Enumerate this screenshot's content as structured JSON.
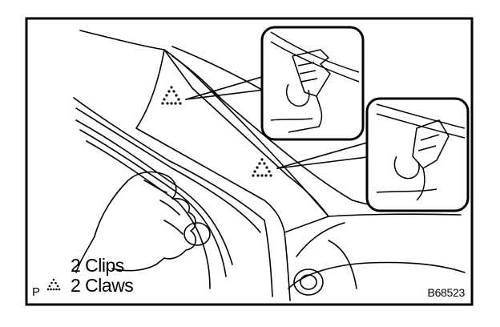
{
  "legend": {
    "clips_label": "2 Clips",
    "claws_label": "2 Claws",
    "prefix": "P"
  },
  "figure_code": "B68523",
  "icons": [
    "dotted-triangle-icon",
    "small-dotted-triangle-icon",
    "hand-illustration",
    "clip-detail-icon",
    "claw-detail-icon"
  ]
}
